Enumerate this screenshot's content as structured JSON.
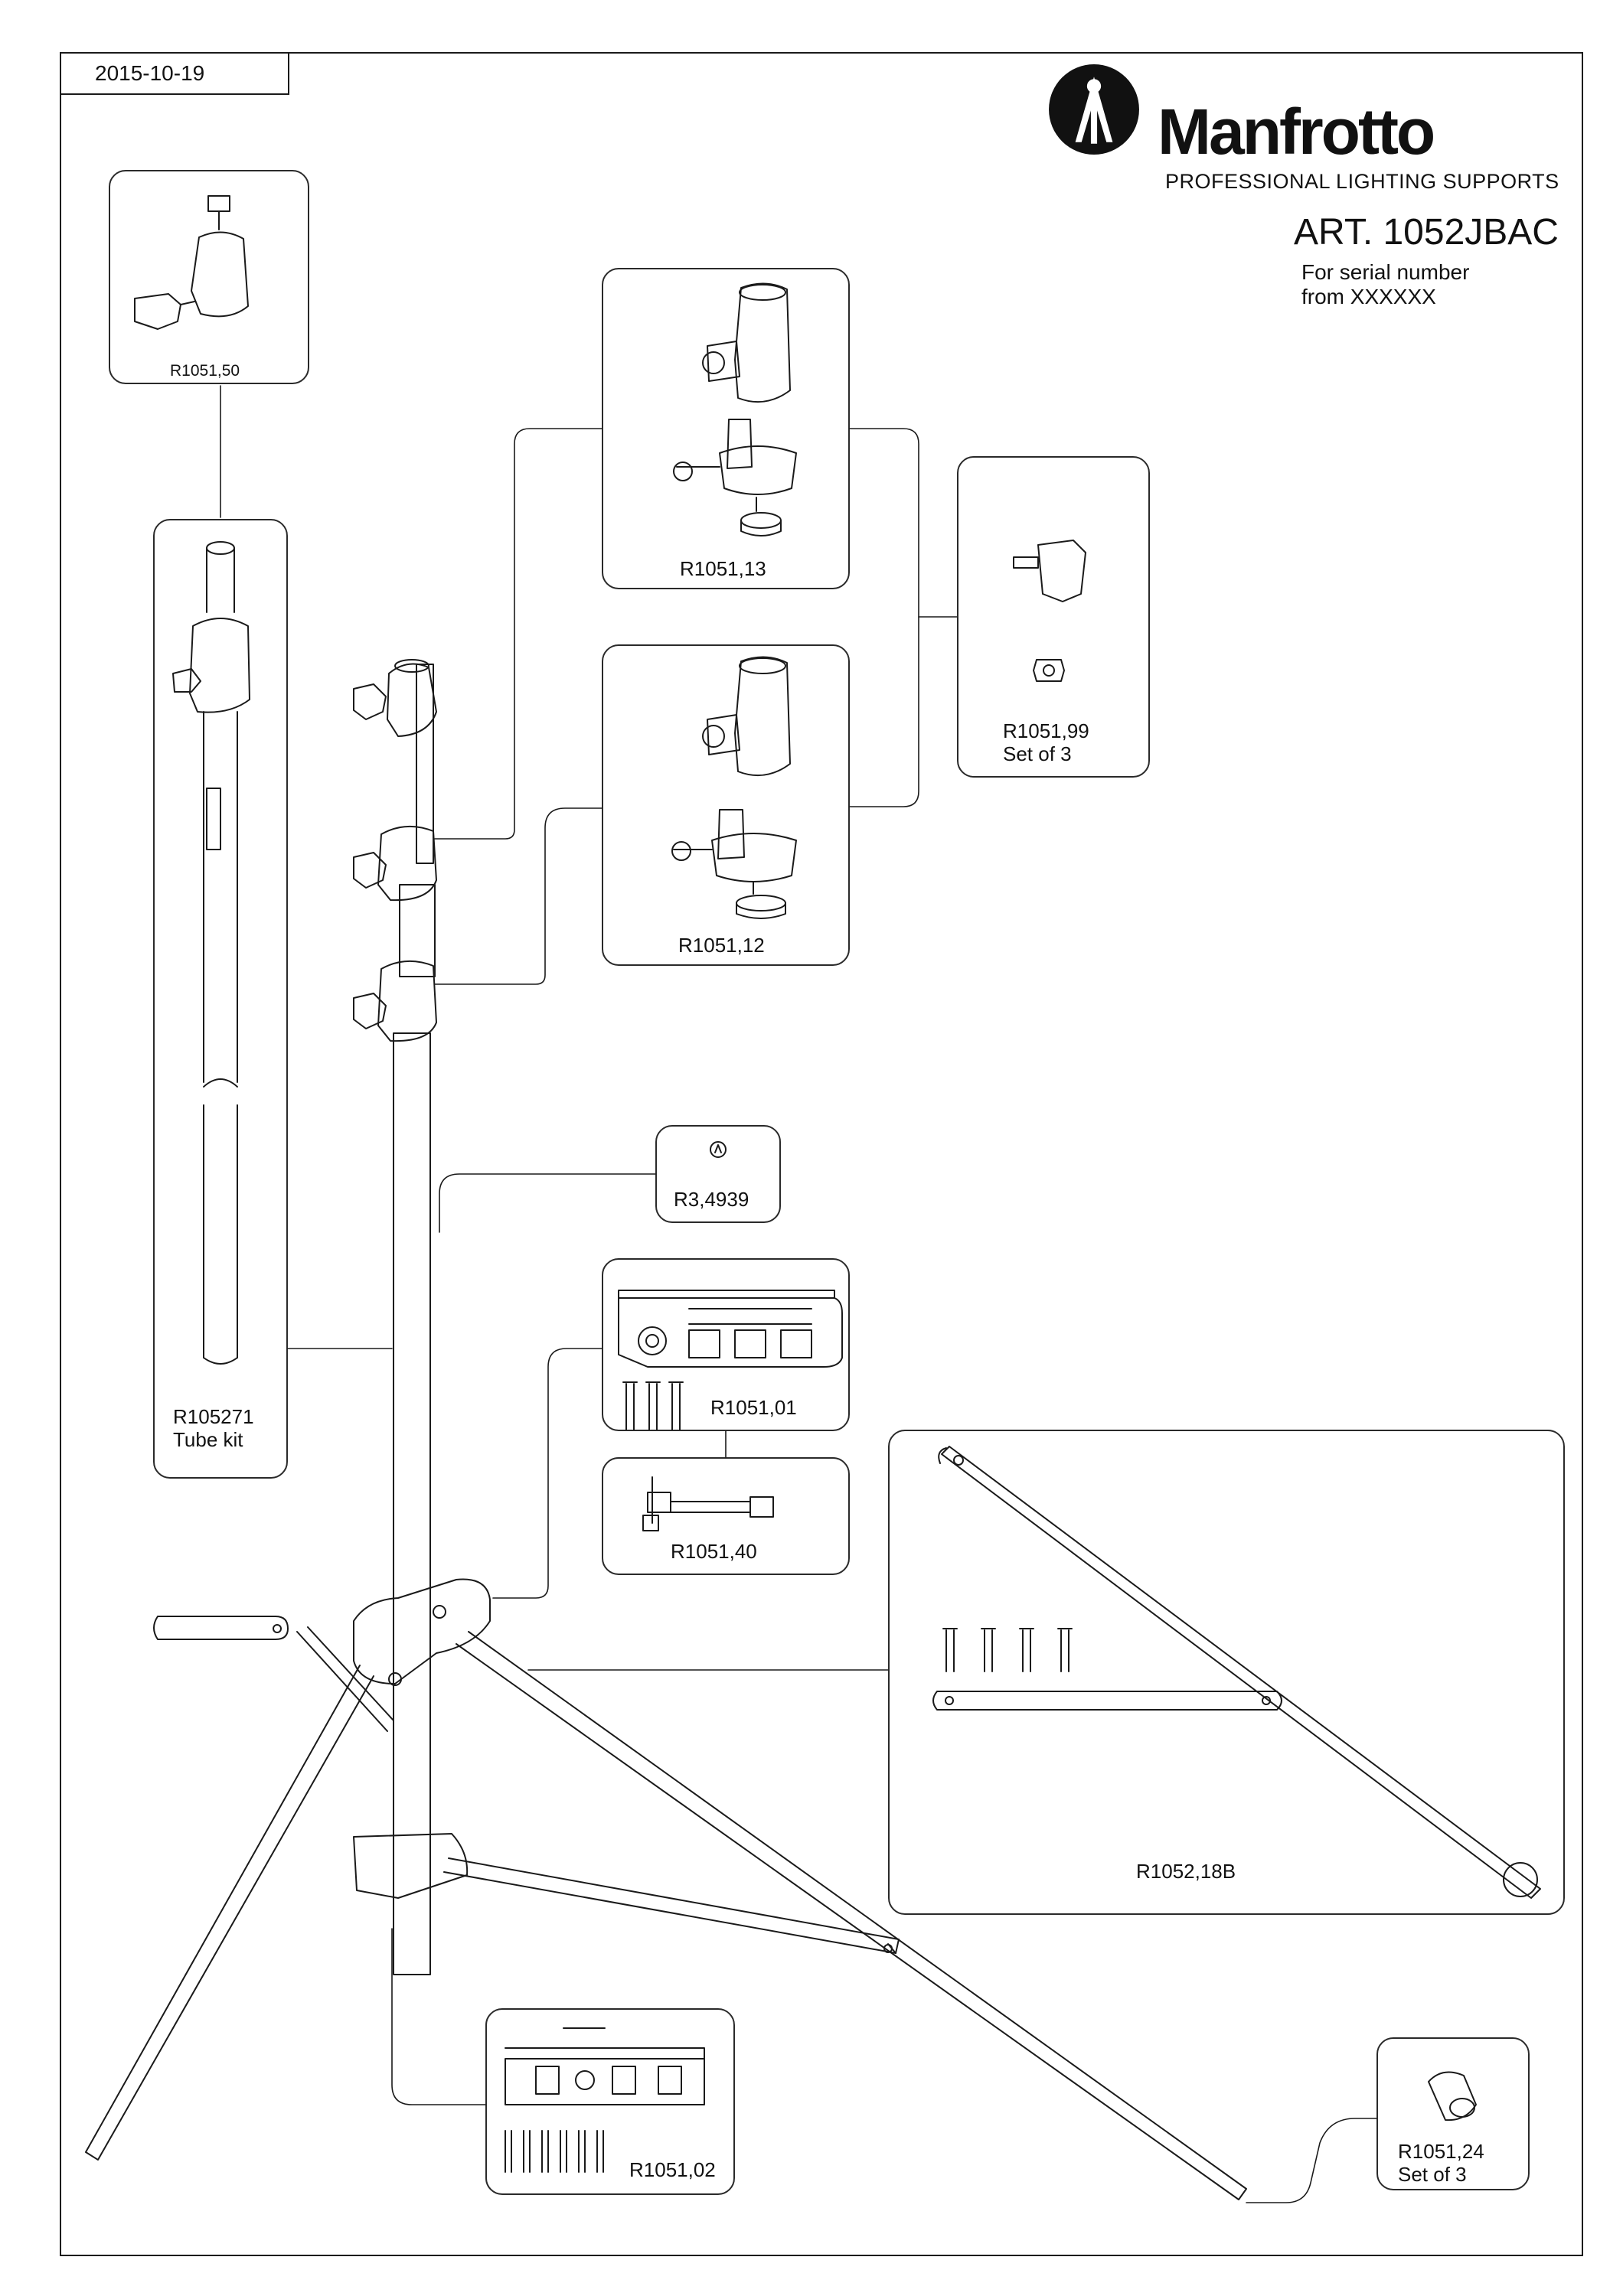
{
  "header": {
    "date": "2015-10-19",
    "brand": "Manfrotto",
    "tagline": "PROFESSIONAL LIGHTING SUPPORTS",
    "article": "ART. 1052JBAC",
    "serial_line1": "For serial number",
    "serial_line2": "from XXXXXX"
  },
  "parts": {
    "p1": "R1051,50",
    "p2": "R1051,13",
    "p3": "R1051,99\nSet of 3",
    "p4": "R1051,12",
    "p5": "R105271\nTube kit",
    "p6": "R3,4939",
    "p7": "R1051,01",
    "p8": "R1051,40",
    "p9": "R1052,18B",
    "p10": "R1051,02",
    "p11": "R1051,24\nSet of 3"
  },
  "colors": {
    "line": "#1a1a1a",
    "background": "#ffffff"
  }
}
